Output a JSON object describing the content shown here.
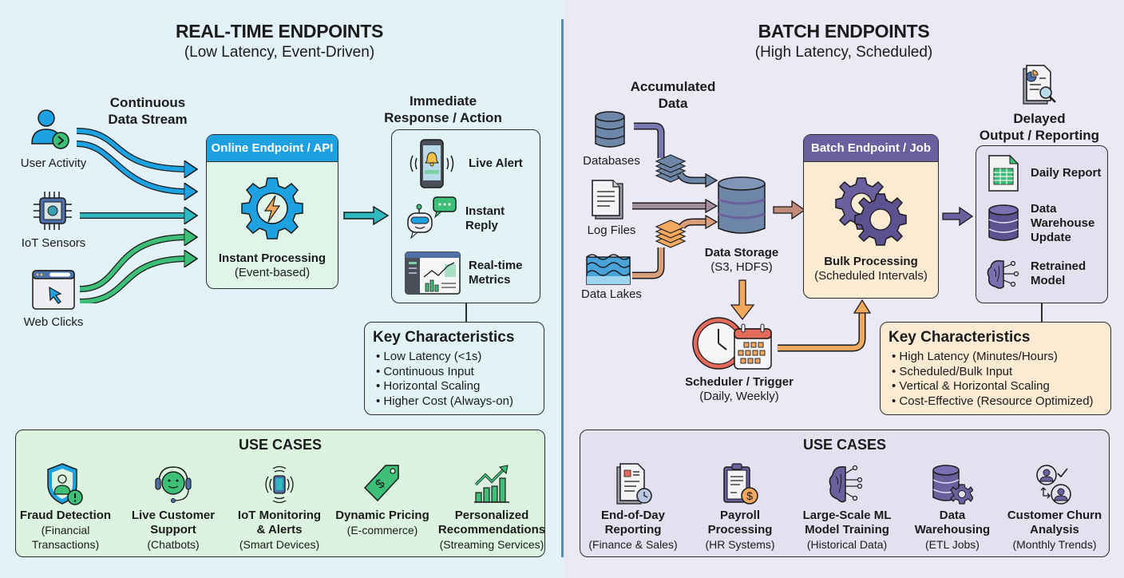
{
  "realtime": {
    "title": "REAL-TIME ENDPOINTS",
    "subtitle": "(Low Latency, Event-Driven)",
    "stream_label_1": "Continuous",
    "stream_label_2": "Data Stream",
    "sources": [
      {
        "label": "User Activity",
        "icon": "user-activity-icon"
      },
      {
        "label": "IoT Sensors",
        "icon": "chip-sensor-icon"
      },
      {
        "label": "Web Clicks",
        "icon": "browser-click-icon"
      }
    ],
    "endpoint": {
      "header": "Online Endpoint / API",
      "name": "Instant Processing",
      "detail": "(Event-based)"
    },
    "response_title_1": "Immediate",
    "response_title_2": "Response / Action",
    "responses": [
      {
        "label_1": "Live Alert",
        "label_2": "",
        "icon": "phone-alert-icon"
      },
      {
        "label_1": "Instant",
        "label_2": "Reply",
        "icon": "chatbot-icon"
      },
      {
        "label_1": "Real-time",
        "label_2": "Metrics",
        "icon": "dashboard-icon"
      }
    ],
    "key_characteristics": {
      "title": "Key Characteristics",
      "items": [
        "Low Latency (<1s)",
        "Continuous Input",
        "Horizontal Scaling",
        "Higher Cost (Always-on)"
      ]
    },
    "use_cases": {
      "title": "USE CASES",
      "items": [
        {
          "name_1": "Fraud Detection",
          "name_2": "",
          "desc_1": "(Financial",
          "desc_2": "Transactions)",
          "icon": "shield-user-icon"
        },
        {
          "name_1": "Live Customer",
          "name_2": "Support",
          "desc_1": "(Chatbots)",
          "desc_2": "",
          "icon": "headset-agent-icon"
        },
        {
          "name_1": "IoT Monitoring",
          "name_2": "& Alerts",
          "desc_1": "(Smart Devices)",
          "desc_2": "",
          "icon": "iot-device-icon"
        },
        {
          "name_1": "Dynamic Pricing",
          "name_2": "",
          "desc_1": "(E-commerce)",
          "desc_2": "",
          "icon": "price-tag-icon"
        },
        {
          "name_1": "Personalized",
          "name_2": "Recommendations",
          "desc_1": "(Streaming Services)",
          "desc_2": "",
          "icon": "trend-chart-icon"
        }
      ]
    }
  },
  "batch": {
    "title": "BATCH ENDPOINTS",
    "subtitle": "(High Latency, Scheduled)",
    "accumulated_1": "Accumulated",
    "accumulated_2": "Data",
    "sources": [
      {
        "label": "Databases",
        "icon": "database-icon"
      },
      {
        "label": "Log Files",
        "icon": "log-file-icon"
      },
      {
        "label": "Data Lakes",
        "icon": "data-lake-icon"
      }
    ],
    "storage": {
      "name": "Data Storage",
      "detail": "(S3, HDFS)"
    },
    "scheduler": {
      "name": "Scheduler / Trigger",
      "detail": "(Daily, Weekly)"
    },
    "endpoint": {
      "header": "Batch Endpoint / Job",
      "name": "Bulk Processing",
      "detail": "(Scheduled Intervals)"
    },
    "output_title_1": "Delayed",
    "output_title_2": "Output / Reporting",
    "outputs": [
      {
        "lines": [
          "Daily Report"
        ],
        "icon": "spreadsheet-icon"
      },
      {
        "lines": [
          "Data",
          "Warehouse",
          "Update"
        ],
        "icon": "database-icon"
      },
      {
        "lines": [
          "Retrained",
          "Model"
        ],
        "icon": "brain-icon"
      }
    ],
    "key_characteristics": {
      "title": "Key Characteristics",
      "items": [
        "High Latency (Minutes/Hours)",
        "Scheduled/Bulk Input",
        "Vertical & Horizontal Scaling",
        "Cost-Effective (Resource Optimized)"
      ]
    },
    "use_cases": {
      "title": "USE CASES",
      "items": [
        {
          "name_1": "End-of-Day",
          "name_2": "Reporting",
          "desc_1": "(Finance & Sales)",
          "icon": "report-clock-icon"
        },
        {
          "name_1": "Payroll",
          "name_2": "Processing",
          "desc_1": "(HR Systems)",
          "icon": "clipboard-dollar-icon"
        },
        {
          "name_1": "Large-Scale ML",
          "name_2": "Model Training",
          "desc_1": "(Historical Data)",
          "icon": "brain-circuit-icon"
        },
        {
          "name_1": "Data",
          "name_2": "Warehousing",
          "desc_1": "(ETL Jobs)",
          "icon": "database-gear-icon"
        },
        {
          "name_1": "Customer Churn",
          "name_2": "Analysis",
          "desc_1": "(Monthly Trends)",
          "icon": "user-swap-icon"
        }
      ]
    }
  },
  "colors": {
    "realtime_accent": "#1ea1e0",
    "realtime_green": "#3dbf78",
    "batch_accent": "#6b5f9e",
    "batch_orange": "#f2a85e"
  }
}
